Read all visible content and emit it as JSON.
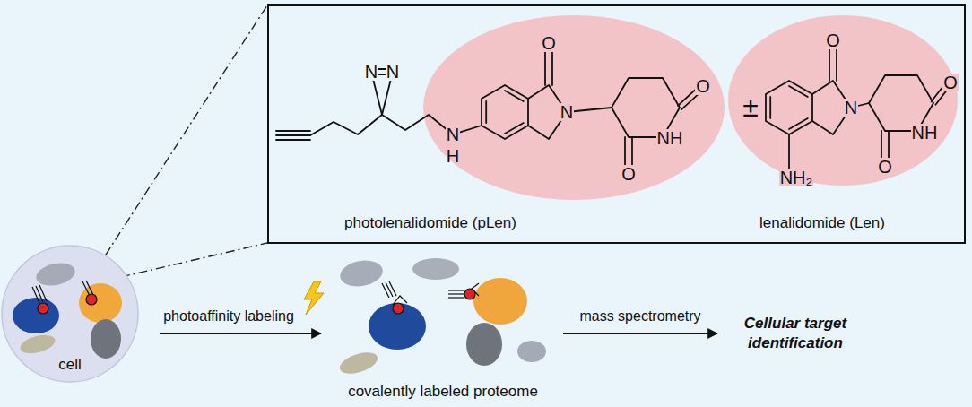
{
  "diagram": {
    "nodes": [
      {
        "text": [
          "photolenalidomide (pLen)",
          "±",
          "lenalidomide (Len)"
        ]
      },
      {
        "text": [
          "cell"
        ]
      },
      {
        "text": [
          "covalently labeled proteome"
        ]
      },
      {
        "text": [
          "Cellular target identification"
        ]
      }
    ],
    "edges": [
      {
        "from": 1,
        "to": 2,
        "arrow": "to",
        "label": "photoaffinity labeling"
      },
      {
        "from": 2,
        "to": 3,
        "arrow": "to",
        "label": "mass spectrometry"
      }
    ],
    "labels": [
      "N",
      "N",
      "N",
      "H",
      "O",
      "N",
      "O",
      "NH",
      "O",
      "O",
      "N",
      "O",
      "NH",
      "O",
      "NH₂"
    ]
  }
}
